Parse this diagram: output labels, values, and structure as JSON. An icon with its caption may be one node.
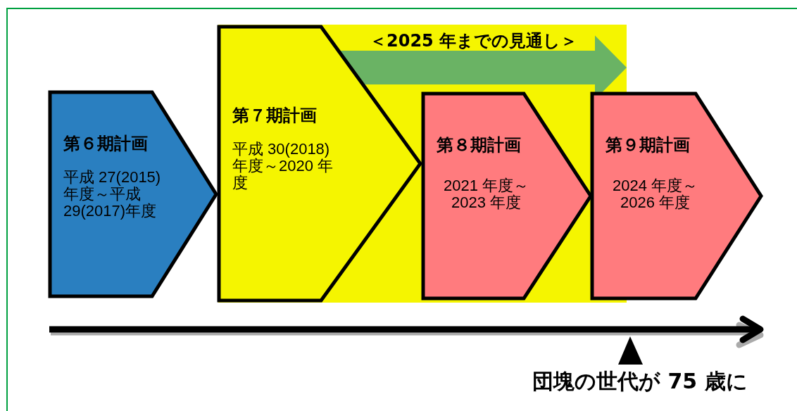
{
  "diagram": {
    "nodes": [
      {
        "text": [
          "第６期計画",
          "平成 27(2015)年度～平成 29(2017)年度"
        ]
      },
      {
        "text": [
          "第７期計画",
          "平成 30(2018)年度～2020 年度"
        ]
      },
      {
        "text": [
          "第８期計画",
          "2021 年度～2023 年度"
        ]
      },
      {
        "text": [
          "第９期計画",
          "2024 年度～2026 年度"
        ]
      }
    ],
    "edges": [
      {
        "from": 1,
        "to": 3,
        "arrow": "to",
        "style": "thick",
        "color": "#1f8f9a"
      }
    ],
    "labels": [
      "＜2025 年までの見通し＞",
      "団塊の世代が 75 歳に"
    ]
  }
}
